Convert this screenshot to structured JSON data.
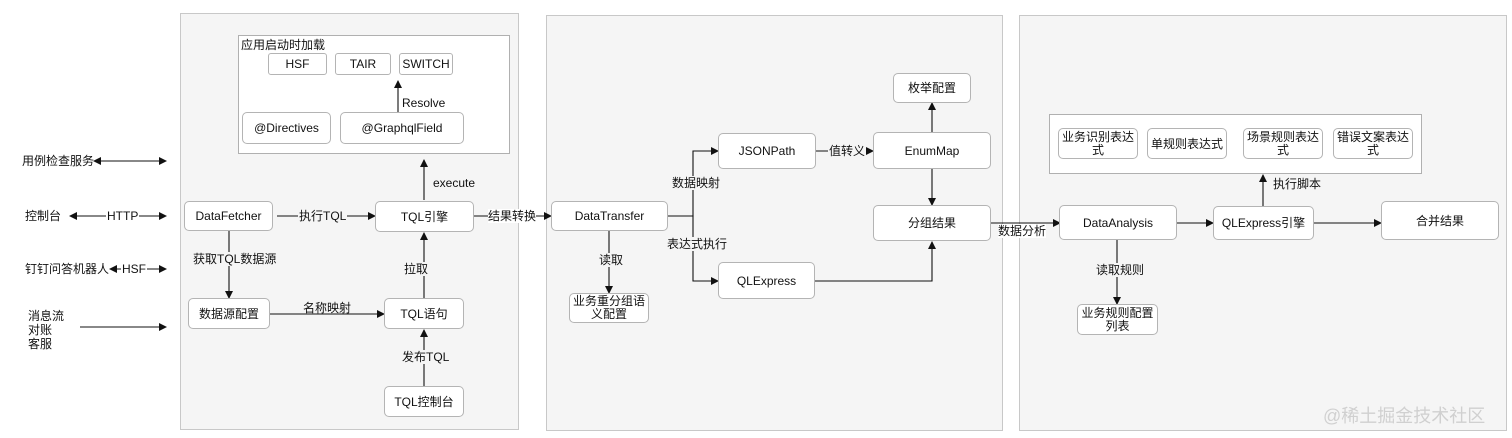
{
  "clients": {
    "testcase": "用例检查服务",
    "console": "控制台",
    "dingtalk": "钉钉问答机器人",
    "mq_line1": "消息流",
    "mq_line2": "对账",
    "mq_line3": "客服",
    "http": "HTTP",
    "hsf": "HSF"
  },
  "panel1": {
    "startup_group": "应用启动时加载",
    "hsf": "HSF",
    "tair": "TAIR",
    "switch": "SWITCH",
    "directives": "@Directives",
    "graphqlfield": "@GraphqlField",
    "resolve": "Resolve",
    "datafetcher": "DataFetcher",
    "exec_tql": "执行TQL",
    "tql_engine": "TQL引擎",
    "execute": "execute",
    "get_source": "获取TQL数据源",
    "source_config": "数据源配置",
    "name_mapping": "名称映射",
    "tql_statement": "TQL语句",
    "pull": "拉取",
    "publish": "发布TQL",
    "tql_console": "TQL控制台",
    "result_convert": "结果转换"
  },
  "panel2": {
    "datatransfer": "DataTransfer",
    "data_mapping": "数据映射",
    "jsonpath": "JSONPath",
    "value_convert": "值转义",
    "enummap": "EnumMap",
    "enum_config": "枚举配置",
    "group_result": "分组结果",
    "expr_exec": "表达式执行",
    "qlexpress": "QLExpress",
    "read": "读取",
    "semantic_line1": "业务重分组语",
    "semantic_line2": "义配置",
    "data_analysis": "数据分析"
  },
  "panel3": {
    "biz_ident_line1": "业务识别表达",
    "biz_ident_line2": "式",
    "single_rule": "单规则表达式",
    "scene_rule_line1": "场景规则表达",
    "scene_rule_line2": "式",
    "error_text_line1": "错误文案表达",
    "error_text_line2": "式",
    "exec_script": "执行脚本",
    "dataanalysis": "DataAnalysis",
    "qlexpress_engine": "QLExpress引擎",
    "merge_result": "合并结果",
    "read_rules": "读取规则",
    "rule_list_line1": "业务规则配置",
    "rule_list_line2": "列表"
  },
  "watermark": "@稀土掘金技术社区"
}
